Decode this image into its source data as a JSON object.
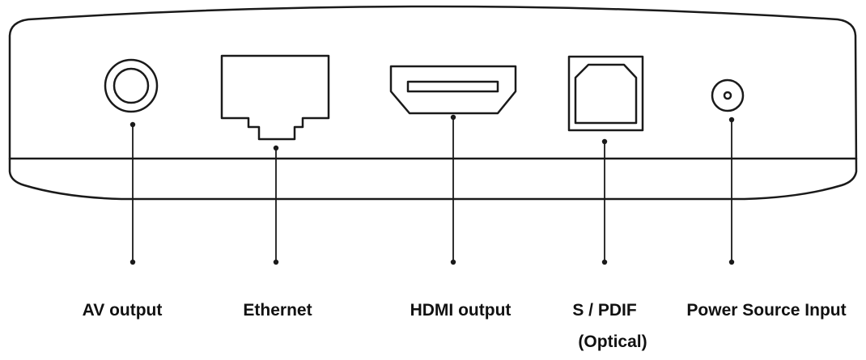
{
  "colors": {
    "outline": "#1a1a1a",
    "background": "#ffffff",
    "label": "#111111"
  },
  "ports": [
    {
      "id": "av",
      "label": "AV output",
      "icon": "av-jack-icon"
    },
    {
      "id": "ethernet",
      "label": "Ethernet",
      "icon": "ethernet-port-icon"
    },
    {
      "id": "hdmi",
      "label": "HDMI output",
      "icon": "hdmi-port-icon"
    },
    {
      "id": "spdif",
      "label": "S / PDIF",
      "label_line2": "(Optical)",
      "icon": "optical-port-icon"
    },
    {
      "id": "power",
      "label": "Power Source Input",
      "icon": "power-jack-icon"
    }
  ]
}
